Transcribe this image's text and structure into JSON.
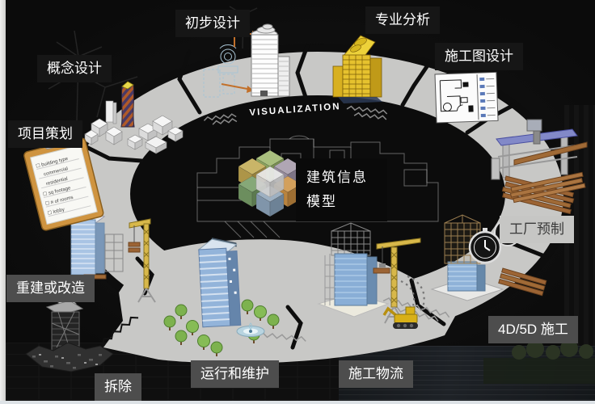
{
  "ring": {
    "band_label": "VISUALIZATION"
  },
  "center_model": {
    "line1": "建筑信息",
    "line2": "模型"
  },
  "stations": {
    "project_planning": {
      "label": "项目策划"
    },
    "concept_design": {
      "label": "概念设计"
    },
    "preliminary_design": {
      "label": "初步设计"
    },
    "analysis": {
      "label": "专业分析"
    },
    "construction_drawing": {
      "label": "施工图设计"
    },
    "factory_prefab": {
      "label": "工厂预制"
    },
    "construction_4d5d": {
      "label": "4D/5D 施工"
    },
    "logistics": {
      "label": "施工物流"
    },
    "operation": {
      "label": "运行和维护"
    },
    "demolition": {
      "label": "拆除"
    },
    "renovation": {
      "label": "重建或改造"
    }
  },
  "clipboard": {
    "items": [
      "☐ building type",
      "commercial",
      "residential",
      "☐ sq footage",
      "☐ # of rooms",
      "☐ lobby"
    ]
  },
  "icons": {
    "dollar": "$",
    "clock": "clock-icon"
  },
  "colors": {
    "ring": "#c8c8c6",
    "label_dark": "#161616",
    "label_gray": "#4d4d4d",
    "label_light": "#c6c6c4",
    "wood": "#9c6434",
    "crane_yellow": "#d8b84a",
    "glass_blue": "#8fb2d8",
    "analysis_yellow": "#e6c22e",
    "machine_blue": "#8289c8"
  }
}
